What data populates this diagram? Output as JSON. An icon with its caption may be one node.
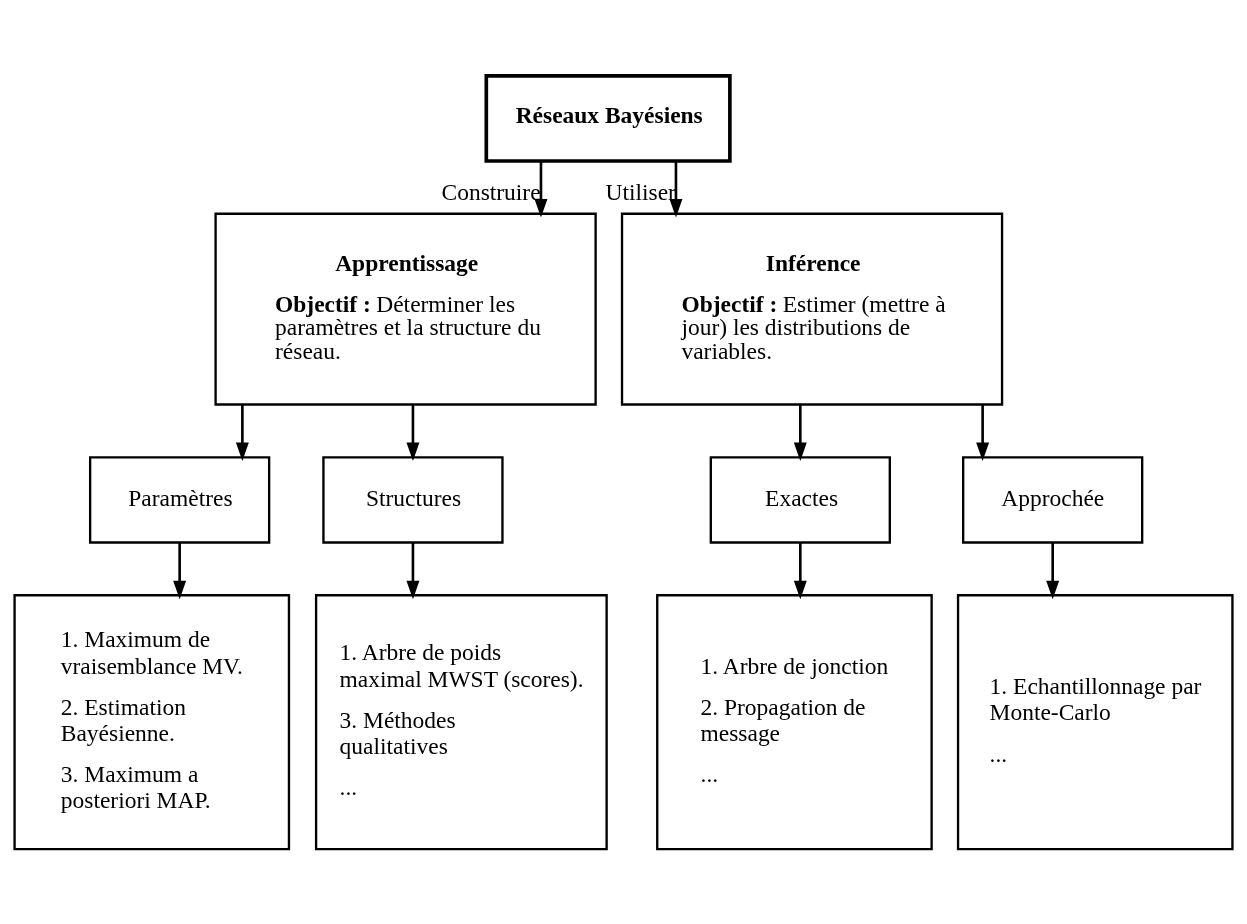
{
  "diagram": {
    "nodes": [
      {
        "text": [
          "Réseaux Bayésiens"
        ]
      },
      {
        "text": [
          "Apprentissage",
          "**Objectif :** Déterminer les paramètres et la structure du réseau."
        ]
      },
      {
        "text": [
          "Inférence",
          "**Objectif :** Estimer (mettre à jour) les distributions de variables."
        ]
      },
      {
        "text": [
          "Paramètres"
        ]
      },
      {
        "text": [
          "Structures"
        ]
      },
      {
        "text": [
          "Exactes"
        ]
      },
      {
        "text": [
          "Approchée"
        ]
      },
      {
        "text": [
          "1. Maximum de vraisemblance MV.",
          "2. Estimation Bayésienne.",
          "3. Maximum a posteriori MAP."
        ]
      },
      {
        "text": [
          "1. Arbre de poids maximal MWST (scores).",
          "3. Méthodes qualitatives",
          "..."
        ]
      },
      {
        "text": [
          "1. Arbre de jonction",
          "2. Propagation de message",
          "..."
        ]
      },
      {
        "text": [
          "1. Echantillonnage par Monte-Carlo",
          "..."
        ]
      }
    ],
    "edges": [
      {
        "from": 0,
        "to": 1,
        "arrow": "to",
        "label": "Construire"
      },
      {
        "from": 0,
        "to": 2,
        "arrow": "to",
        "label": "Utiliser"
      },
      {
        "from": 1,
        "to": 3,
        "arrow": "to"
      },
      {
        "from": 1,
        "to": 4,
        "arrow": "to"
      },
      {
        "from": 2,
        "to": 5,
        "arrow": "to"
      },
      {
        "from": 2,
        "to": 6,
        "arrow": "to"
      },
      {
        "from": 3,
        "to": 7,
        "arrow": "to"
      },
      {
        "from": 4,
        "to": 8,
        "arrow": "to"
      },
      {
        "from": 5,
        "to": 9,
        "arrow": "to"
      },
      {
        "from": 6,
        "to": 10,
        "arrow": "to"
      }
    ]
  }
}
